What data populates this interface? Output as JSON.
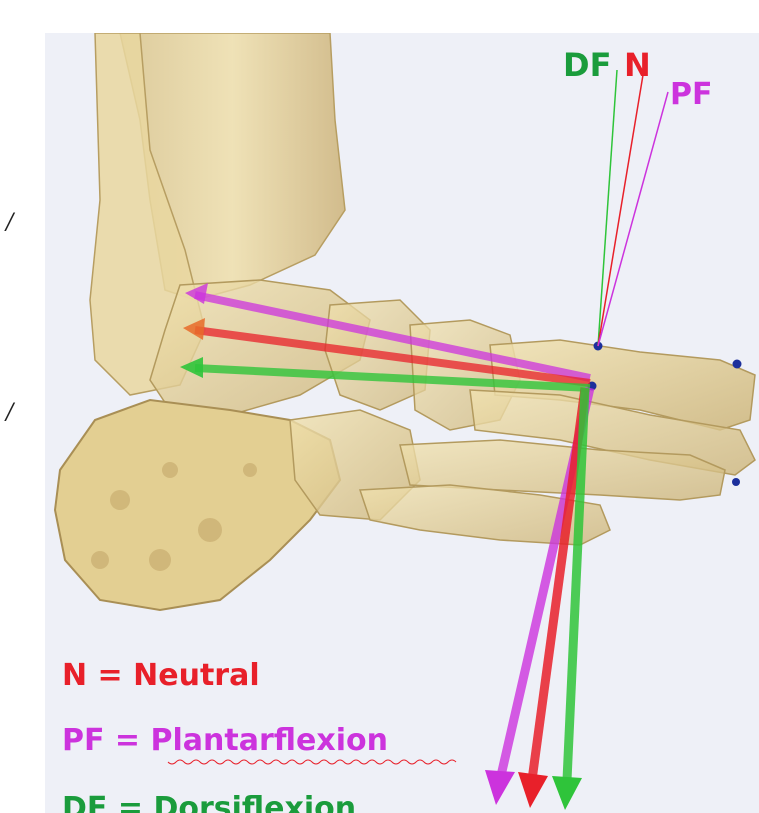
{
  "top_labels": {
    "df": "DF",
    "n": "N",
    "pf": "PF"
  },
  "legend": [
    {
      "abbr": "N",
      "eq": " = ",
      "name": "Neutral",
      "color": "#e8202a"
    },
    {
      "abbr": "PF",
      "eq": " = ",
      "name": "Plantarflexion",
      "color": "#cc33dd"
    },
    {
      "abbr": "DF",
      "eq": " = ",
      "name": "Dorsiflexion",
      "color": "#1a9c3c"
    }
  ],
  "colors": {
    "background": "#eef0f7",
    "bone": "#e6d49a",
    "neutral": "#e8202a",
    "plantarflexion": "#cc33dd",
    "dorsiflexion": "#2fc43a",
    "marker": "#1c2f9c"
  }
}
